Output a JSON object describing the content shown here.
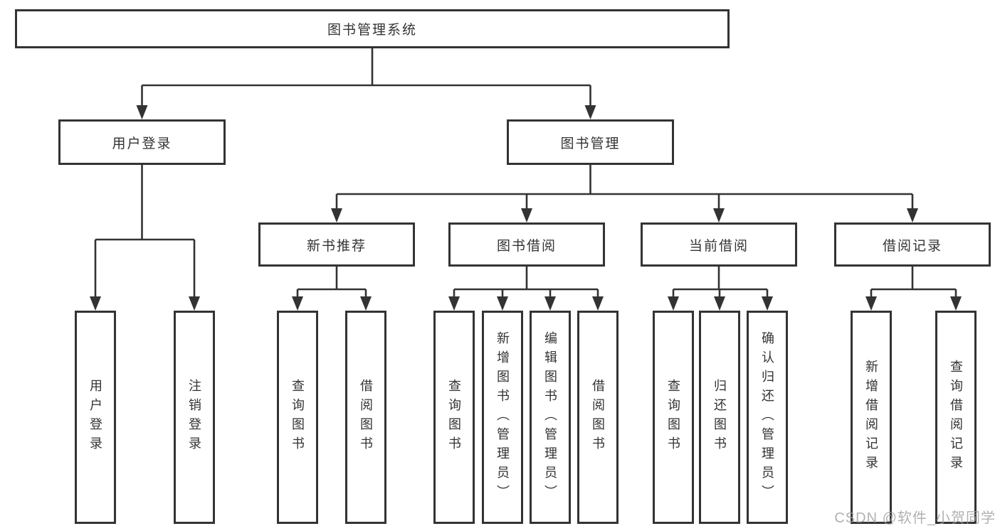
{
  "diagram": {
    "root": {
      "label": "图书管理系统"
    },
    "branches": [
      {
        "label": "用户登录",
        "children": [
          {
            "label": "用户登录"
          },
          {
            "label": "注销登录"
          }
        ]
      },
      {
        "label": "图书管理",
        "children": [
          {
            "label": "新书推荐",
            "children": [
              {
                "label": "查询图书"
              },
              {
                "label": "借阅图书"
              }
            ]
          },
          {
            "label": "图书借阅",
            "children": [
              {
                "label": "查询图书"
              },
              {
                "label": "新增图书（管理员）"
              },
              {
                "label": "编辑图书（管理员）"
              },
              {
                "label": "借阅图书"
              }
            ]
          },
          {
            "label": "当前借阅",
            "children": [
              {
                "label": "查询图书"
              },
              {
                "label": "归还图书"
              },
              {
                "label": "确认归还（管理员）"
              }
            ]
          },
          {
            "label": "借阅记录",
            "children": [
              {
                "label": "新增借阅记录"
              },
              {
                "label": "查询借阅记录"
              }
            ]
          }
        ]
      }
    ],
    "watermark": "CSDN @软件_小贺同学",
    "colors": {
      "line": "#333333",
      "text": "#333333",
      "background": "#ffffff",
      "watermark": "#9e9e9e"
    }
  }
}
